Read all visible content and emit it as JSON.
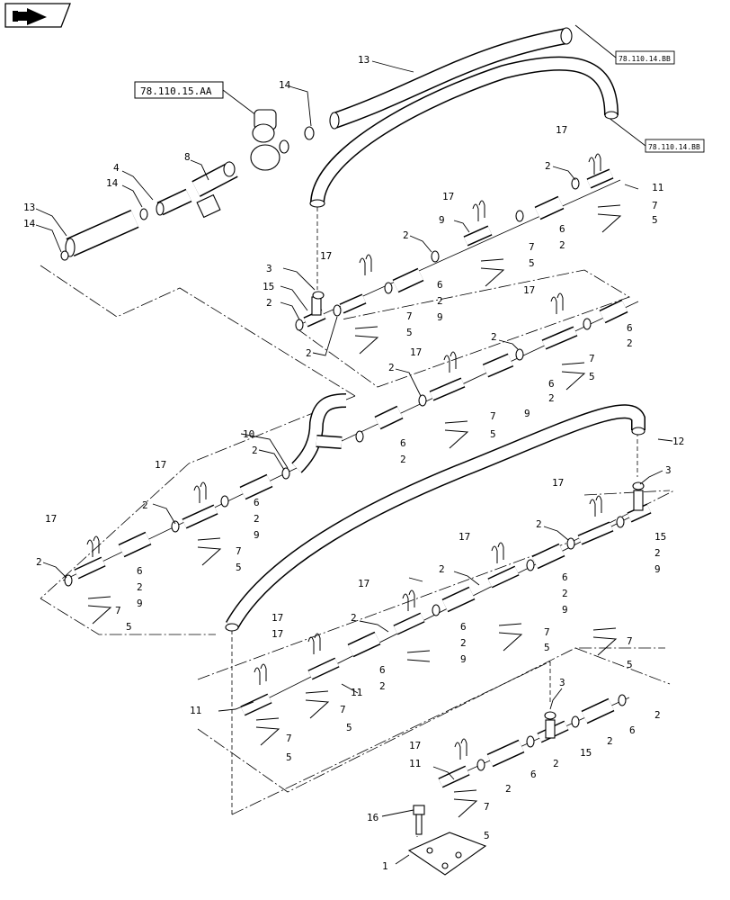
{
  "diagram": {
    "nav_icon": "return-arrow-icon",
    "ref_top": "78.110.15.AA",
    "ref_right_1": "78.110.14.BB",
    "ref_right_2": "78.110.14.BB",
    "callouts": {
      "c1": "1",
      "c2": "2",
      "c3": "3",
      "c4": "4",
      "c5": "5",
      "c6": "6",
      "c7": "7",
      "c8": "8",
      "c9": "9",
      "c10": "10",
      "c11": "11",
      "c12": "12",
      "c13": "13",
      "c14": "14",
      "c15": "15",
      "c16": "16",
      "c17": "17"
    }
  }
}
